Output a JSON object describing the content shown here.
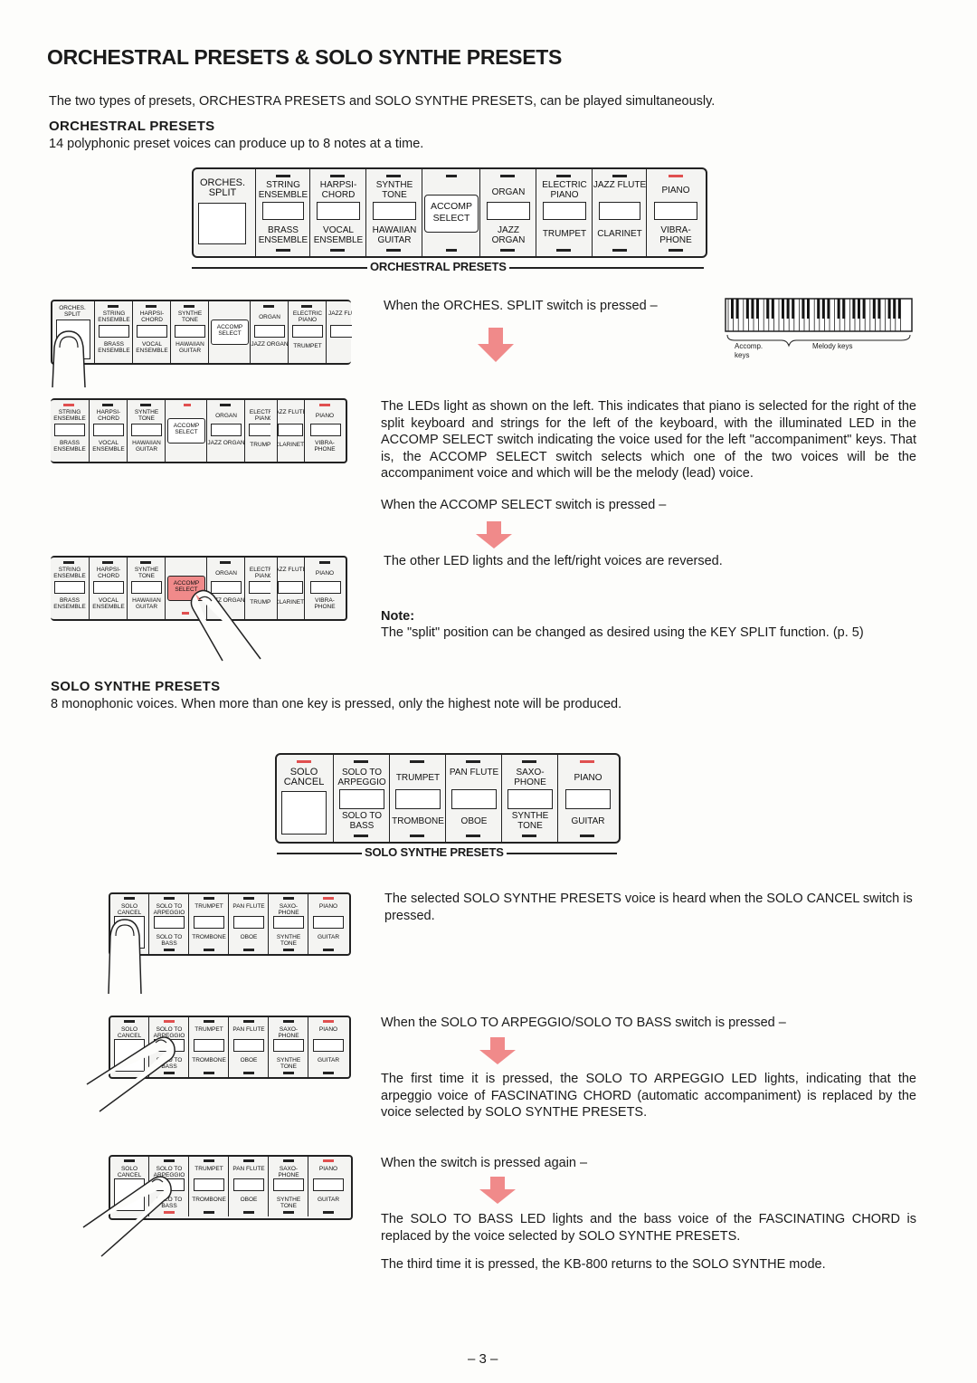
{
  "page": {
    "title": "ORCHESTRAL PRESETS & SOLO SYNTHE PRESETS",
    "intro": "The two types of presets, ORCHESTRA PRESETS and SOLO SYNTHE PRESETS, can be played simultaneously.",
    "orch_heading": "ORCHESTRAL PRESETS",
    "orch_sub": "14 polyphonic preset voices can produce up to 8 notes at a time.",
    "orch_caption": "ORCHESTRAL PRESETS",
    "orch_split_text": "When the ORCHES. SPLIT switch is pressed –",
    "kb_accomp": "Accomp. keys",
    "kb_melody": "Melody keys",
    "orch_led_text": "The LEDs light as shown on the left. This indicates that piano is selected for the right of the split keyboard and strings for the left of the keyboard, with the illuminated LED in the ACCOMP SELECT switch indicating the voice used for the left \"accompaniment\" keys. That is, the ACCOMP SELECT switch selects which one of the two voices will be the accompaniment voice and which will be the melody (lead) voice.",
    "orch_accomp_text": "When the ACCOMP SELECT switch is pressed –",
    "orch_reversed_text": "The other LED lights and the left/right voices are reversed.",
    "note_label": "Note:",
    "note_text": "The \"split\" position can be changed as desired using the KEY SPLIT function. (p. 5)",
    "solo_heading": "SOLO SYNTHE PRESETS",
    "solo_sub": "8 monophonic voices. When more than one key is pressed, only the highest note will be produced.",
    "solo_caption": "SOLO SYNTHE PRESETS",
    "solo_cancel_text": "The selected SOLO SYNTHE PRESETS voice is heard when the SOLO CANCEL switch is pressed.",
    "solo_arp_text": "When the SOLO TO ARPEGGIO/SOLO TO BASS switch is pressed –",
    "solo_first_text": "The first time it is pressed, the SOLO TO ARPEGGIO LED lights, indicating that the arpeggio voice of FASCINATING CHORD (automatic accompaniment) is replaced by the voice selected by SOLO SYNTHE PRESETS.",
    "solo_again_text": "When the switch is pressed again –",
    "solo_bass_text": "The SOLO TO BASS LED lights and the bass voice of the FASCINATING CHORD is replaced by the voice selected by SOLO SYNTHE PRESETS.",
    "solo_third_text": "The third time it is pressed, the KB-800 returns to the SOLO SYNTHE mode.",
    "page_number": "– 3 –"
  },
  "orch_panel": {
    "split": "ORCHES. SPLIT",
    "top": [
      "STRING ENSEMBLE",
      "HARPSI- CHORD",
      "SYNTHE TONE",
      "",
      "ORGAN",
      "ELECTRIC PIANO",
      "JAZZ FLUTE",
      "PIANO"
    ],
    "bottom": [
      "BRASS ENSEMBLE",
      "VOCAL ENSEMBLE",
      "HAWAIIAN GUITAR",
      "",
      "JAZZ ORGAN",
      "TRUMPET",
      "CLARINET",
      "VIBRA- PHONE"
    ],
    "accomp": "ACCOMP SELECT"
  },
  "solo_panel": {
    "cancel": "SOLO CANCEL",
    "top": [
      "SOLO TO ARPEGGIO",
      "TRUMPET",
      "PAN FLUTE",
      "SAXO- PHONE",
      "PIANO"
    ],
    "bottom": [
      "SOLO TO BASS",
      "TROMBONE",
      "OBOE",
      "SYNTHE TONE",
      "GUITAR"
    ]
  },
  "colors": {
    "led_on": "#e05050",
    "arrow": "#f08a8a"
  }
}
